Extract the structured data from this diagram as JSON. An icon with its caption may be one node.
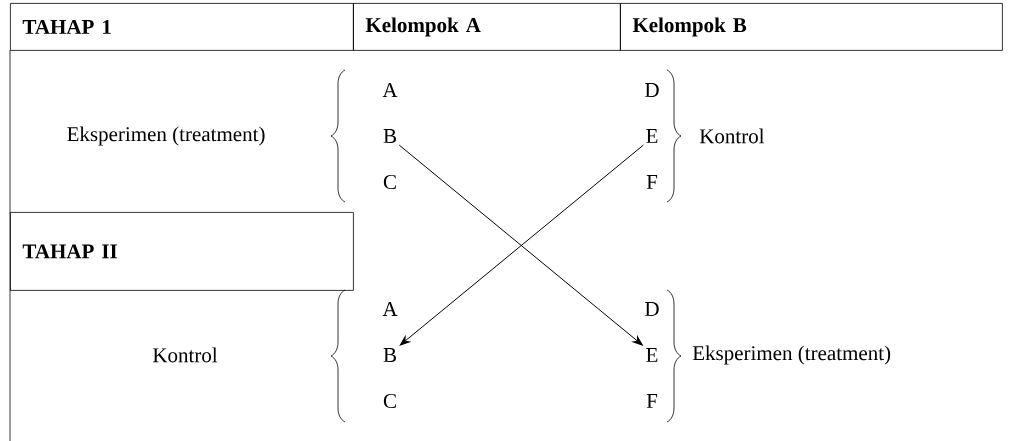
{
  "diagram": {
    "nodes": [
      {
        "text": [
          "TAHAP 1"
        ]
      },
      {
        "text": [
          "Kelompok A"
        ]
      },
      {
        "text": [
          "Kelompok B"
        ]
      },
      {
        "text": [
          "Eksperimen (treatment)"
        ]
      },
      {
        "text": [
          "A"
        ]
      },
      {
        "text": [
          "B"
        ]
      },
      {
        "text": [
          "C"
        ]
      },
      {
        "text": [
          "D"
        ]
      },
      {
        "text": [
          "E"
        ]
      },
      {
        "text": [
          "F"
        ]
      },
      {
        "text": [
          "Kontrol"
        ]
      },
      {
        "text": [
          "TAHAP II"
        ]
      },
      {
        "text": [
          "Kontrol"
        ]
      },
      {
        "text": [
          "A"
        ]
      },
      {
        "text": [
          "B"
        ]
      },
      {
        "text": [
          "C"
        ]
      },
      {
        "text": [
          "D"
        ]
      },
      {
        "text": [
          "E"
        ]
      },
      {
        "text": [
          "F"
        ]
      },
      {
        "text": [
          "Eksperimen (treatment)"
        ]
      }
    ],
    "edges": [
      {
        "from": 5,
        "to": 17,
        "arrow": "to"
      },
      {
        "from": 8,
        "to": 14,
        "arrow": "to"
      }
    ]
  }
}
